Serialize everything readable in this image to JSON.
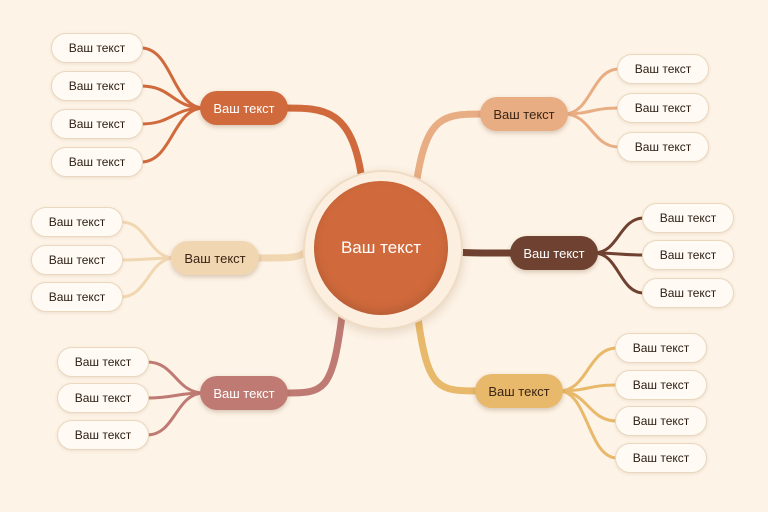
{
  "center": {
    "label": "Ваш текст",
    "color": "#d06a3c"
  },
  "branches": [
    {
      "id": "upper-left",
      "label": "Ваш текст",
      "color": "#d06a3c",
      "text_color": "#ffffff",
      "leaves": [
        "Ваш текст",
        "Ваш текст",
        "Ваш текст",
        "Ваш текст"
      ]
    },
    {
      "id": "upper-right",
      "label": "Ваш текст",
      "color": "#e9ad84",
      "text_color": "#3a2414",
      "leaves": [
        "Ваш текст",
        "Ваш текст",
        "Ваш текст"
      ]
    },
    {
      "id": "middle-left",
      "label": "Ваш текст",
      "color": "#f1d6b2",
      "text_color": "#3a2414",
      "leaves": [
        "Ваш текст",
        "Ваш текст",
        "Ваш текст"
      ]
    },
    {
      "id": "middle-right",
      "label": "Ваш текст",
      "color": "#6f4130",
      "text_color": "#ffffff",
      "leaves": [
        "Ваш текст",
        "Ваш текст",
        "Ваш текст"
      ]
    },
    {
      "id": "lower-left",
      "label": "Ваш текст",
      "color": "#bf7b73",
      "text_color": "#ffffff",
      "leaves": [
        "Ваш текст",
        "Ваш текст",
        "Ваш текст"
      ]
    },
    {
      "id": "lower-right",
      "label": "Ваш текст",
      "color": "#e8b96b",
      "text_color": "#3a2414",
      "leaves": [
        "Ваш текст",
        "Ваш текст",
        "Ваш текст",
        "Ваш текст"
      ]
    }
  ]
}
